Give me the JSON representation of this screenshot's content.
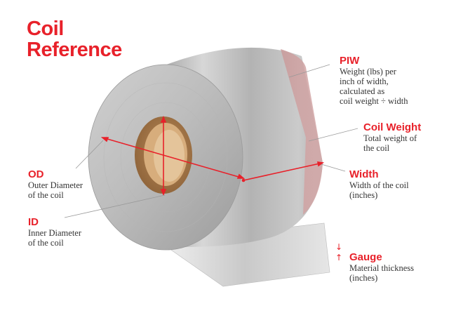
{
  "title": {
    "line1": "Coil",
    "line2": "Reference"
  },
  "annotations": {
    "piw": {
      "name": "PIW",
      "desc": "Weight (lbs) per\ninch of width,\ncalculated as\ncoil weight ÷ width"
    },
    "coil_weight": {
      "name": "Coil Weight",
      "desc": "Total weight of\nthe coil"
    },
    "width": {
      "name": "Width",
      "desc": "Width of the coil\n(inches)"
    },
    "od": {
      "name": "OD",
      "desc": "Outer Diameter\nof the coil"
    },
    "id": {
      "name": "ID",
      "desc": "Inner Diameter\nof the coil"
    },
    "gauge": {
      "name": "Gauge",
      "desc": "Material thickness\n(inches)"
    }
  },
  "icons": {
    "gauge_arrow_down": "↓",
    "gauge_arrow_up": "↑"
  },
  "colors": {
    "accent": "#e8212a",
    "text": "#333333",
    "leader_line": "#999999"
  }
}
